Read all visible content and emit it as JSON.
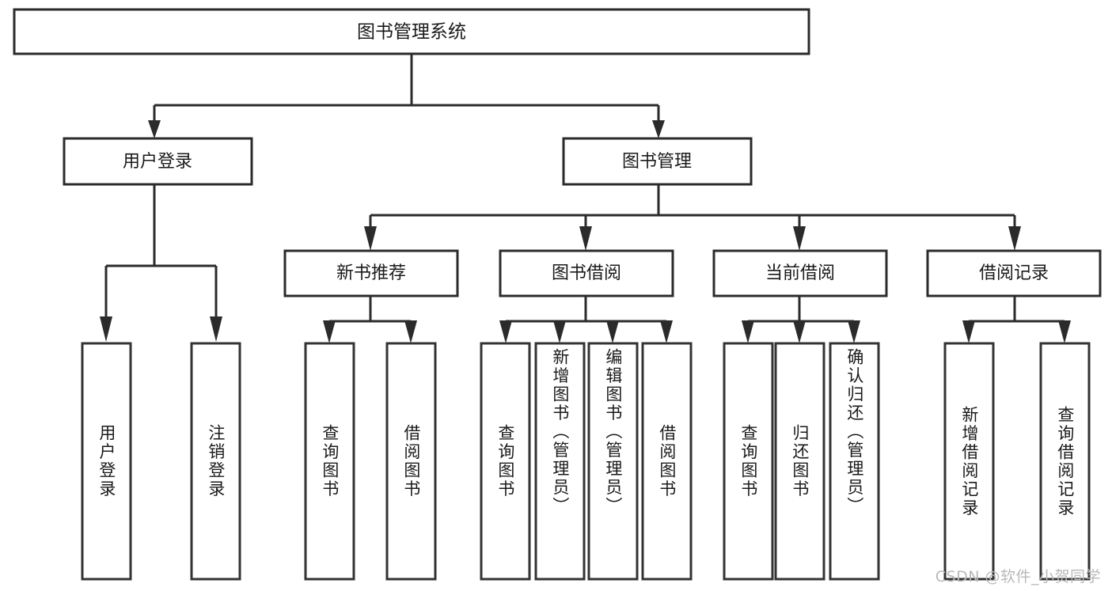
{
  "diagram": {
    "title": "图书管理系统",
    "type": "tree-hierarchy-chart",
    "root": {
      "label": "图书管理系统"
    },
    "level2": [
      {
        "label": "用户登录"
      },
      {
        "label": "图书管理"
      }
    ],
    "level3": [
      {
        "label": "新书推荐",
        "parent": "图书管理"
      },
      {
        "label": "图书借阅",
        "parent": "图书管理"
      },
      {
        "label": "当前借阅",
        "parent": "图书管理"
      },
      {
        "label": "借阅记录",
        "parent": "图书管理"
      }
    ],
    "leaves": {
      "user_login": [
        {
          "label": "用户登录"
        },
        {
          "label": "注销登录"
        }
      ],
      "new_book_recommend": [
        {
          "label": "查询图书"
        },
        {
          "label": "借阅图书"
        }
      ],
      "book_borrow": [
        {
          "label": "查询图书"
        },
        {
          "label": "新增图书（管理员）"
        },
        {
          "label": "编辑图书（管理员）"
        },
        {
          "label": "借阅图书"
        }
      ],
      "current_borrow": [
        {
          "label": "查询图书"
        },
        {
          "label": "归还图书"
        },
        {
          "label": "确认归还（管理员）"
        }
      ],
      "borrow_records": [
        {
          "label": "新增借阅记录"
        },
        {
          "label": "查询借阅记录"
        }
      ]
    }
  },
  "watermark": {
    "text": "CSDN @软件_小贺同学"
  },
  "colors": {
    "stroke": "#2b2b2b",
    "box_fill": "#ffffff",
    "text": "#1a1a1a",
    "watermark": "#b9b9b9",
    "background": "#ffffff"
  }
}
